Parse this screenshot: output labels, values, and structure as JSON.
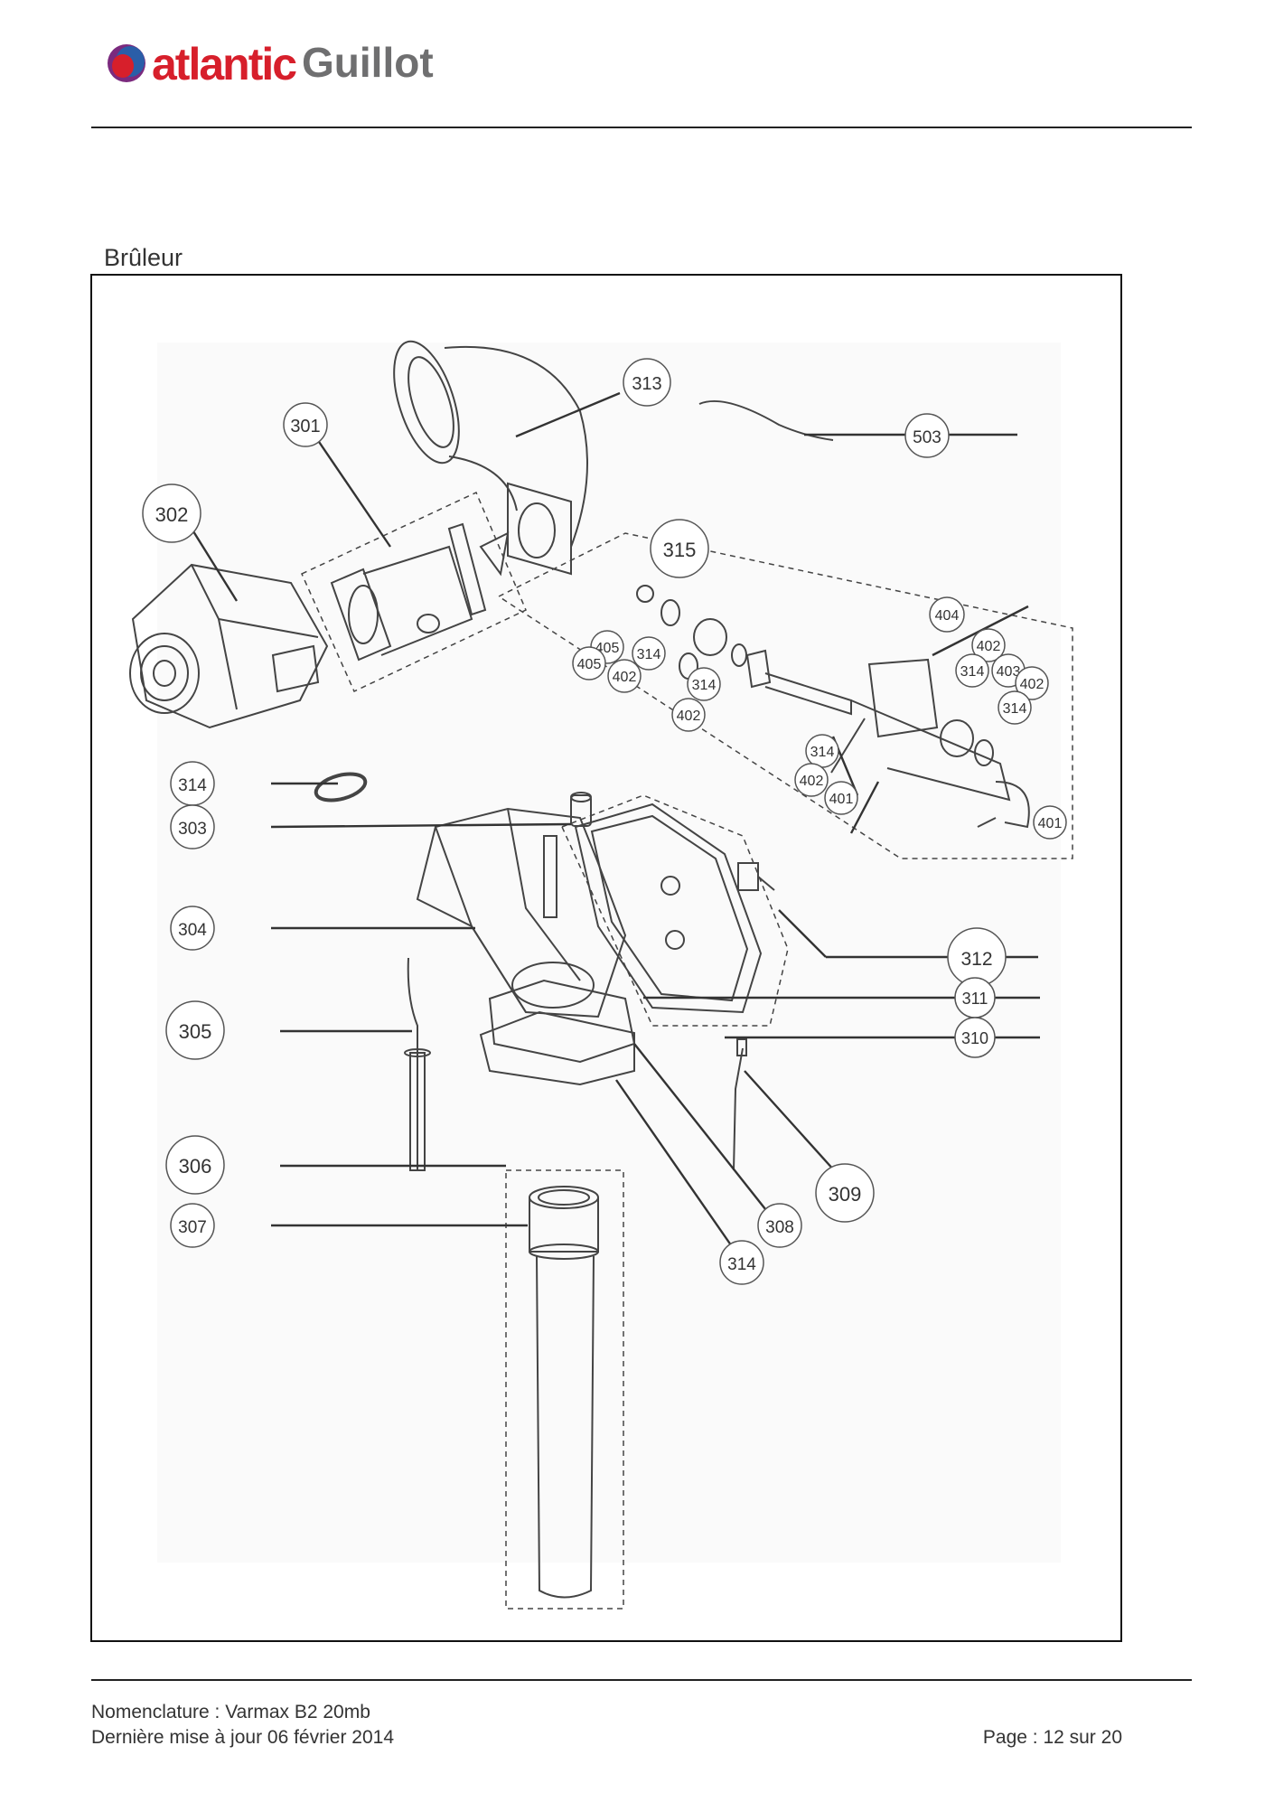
{
  "header": {
    "brand_primary": "atlantic",
    "brand_secondary": "Guillot",
    "brand_colors": {
      "primary": "#d71f2b",
      "secondary": "#6f6f70",
      "mark_blue": "#2a5ea8",
      "mark_purple": "#7b2a7e"
    }
  },
  "section": {
    "title": "Brûleur"
  },
  "diagram": {
    "callouts": [
      {
        "id": "c313",
        "label": "313"
      },
      {
        "id": "c301",
        "label": "301"
      },
      {
        "id": "c503",
        "label": "503"
      },
      {
        "id": "c302",
        "label": "302"
      },
      {
        "id": "c315",
        "label": "315"
      },
      {
        "id": "c404",
        "label": "404"
      },
      {
        "id": "c405a",
        "label": "405"
      },
      {
        "id": "c314a",
        "label": "314"
      },
      {
        "id": "c405b",
        "label": "405"
      },
      {
        "id": "c402a",
        "label": "402"
      },
      {
        "id": "c402b",
        "label": "402"
      },
      {
        "id": "c314b",
        "label": "314"
      },
      {
        "id": "c403",
        "label": "403"
      },
      {
        "id": "c402c",
        "label": "402"
      },
      {
        "id": "c314c",
        "label": "314"
      },
      {
        "id": "c402d",
        "label": "402"
      },
      {
        "id": "c314d",
        "label": "314"
      },
      {
        "id": "c314e",
        "label": "314"
      },
      {
        "id": "c402e",
        "label": "402"
      },
      {
        "id": "c401a",
        "label": "401"
      },
      {
        "id": "c401b",
        "label": "401"
      },
      {
        "id": "c314f",
        "label": "314"
      },
      {
        "id": "c303",
        "label": "303"
      },
      {
        "id": "c304",
        "label": "304"
      },
      {
        "id": "c312",
        "label": "312"
      },
      {
        "id": "c311",
        "label": "311"
      },
      {
        "id": "c310",
        "label": "310"
      },
      {
        "id": "c305",
        "label": "305"
      },
      {
        "id": "c306",
        "label": "306"
      },
      {
        "id": "c309",
        "label": "309"
      },
      {
        "id": "c307",
        "label": "307"
      },
      {
        "id": "c308",
        "label": "308"
      },
      {
        "id": "c314g",
        "label": "314"
      }
    ]
  },
  "footer": {
    "line1": "Nomenclature : Varmax B2 20mb",
    "line2": "Dernière mise à jour 06 février 2014",
    "page": "Page : 12 sur 20"
  }
}
